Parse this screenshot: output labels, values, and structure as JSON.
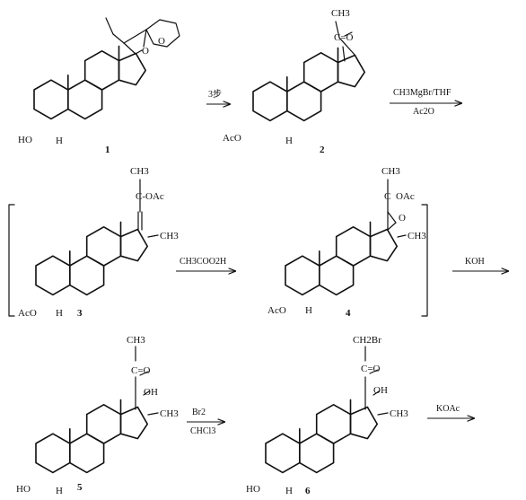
{
  "compounds": [
    {
      "number": "1",
      "labels": {
        "ho": "HO",
        "h": "H",
        "o_ring": "O",
        "o_bridge": "O"
      }
    },
    {
      "number": "2",
      "labels": {
        "ch3": "CH3",
        "co": "C=O",
        "aco": "AcO",
        "h": "H"
      }
    },
    {
      "number": "3",
      "labels": {
        "ch3_top": "CH3",
        "coac": "C-OAc",
        "ch3_d": "CH3",
        "aco": "AcO",
        "h": "H"
      }
    },
    {
      "number": "4",
      "labels": {
        "ch3_top": "CH3",
        "coac": "C",
        "oac": "OAc",
        "ep_o": "O",
        "ch3_d": "CH3",
        "aco": "AcO",
        "h": "H"
      }
    },
    {
      "number": "5",
      "labels": {
        "ch3": "CH3",
        "co": "C=O",
        "oh": "OH",
        "ch3_d": "CH3",
        "ho": "HO",
        "h": "H"
      }
    },
    {
      "number": "6",
      "labels": {
        "ch2br": "CH2Br",
        "co": "C=O",
        "oh": "OH",
        "ch3_d": "CH3",
        "ho": "HO",
        "h": "H"
      }
    }
  ],
  "arrows": [
    {
      "id": "a1",
      "above": "3步",
      "below": ""
    },
    {
      "id": "a2",
      "above": "CH3MgBr/THF",
      "below": "Ac2O"
    },
    {
      "id": "a3",
      "above": "CH3COO2H",
      "below": ""
    },
    {
      "id": "a4",
      "above": "KOH",
      "below": ""
    },
    {
      "id": "a5",
      "above": "Br2",
      "below": "CHCl3"
    },
    {
      "id": "a6",
      "above": "KOAc",
      "below": ""
    }
  ]
}
